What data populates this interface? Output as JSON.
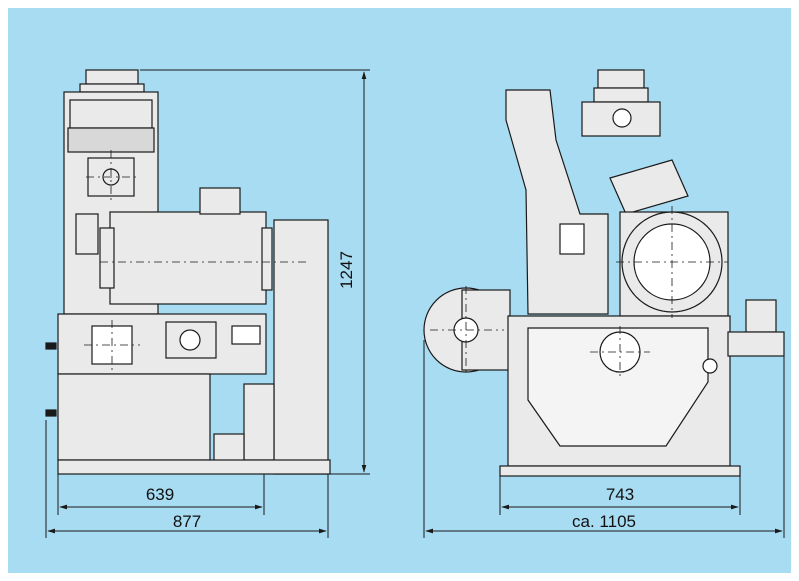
{
  "colors": {
    "background": "#a8dcf2",
    "machine_fill": "#eaeaea",
    "line": "#1a1a1a",
    "frame": "#ffffff"
  },
  "dimensions": {
    "height_label": "1247",
    "front_inner_width": "639",
    "front_outer_width": "877",
    "side_inner_width": "743",
    "side_outer_width": "ca. 1105"
  }
}
